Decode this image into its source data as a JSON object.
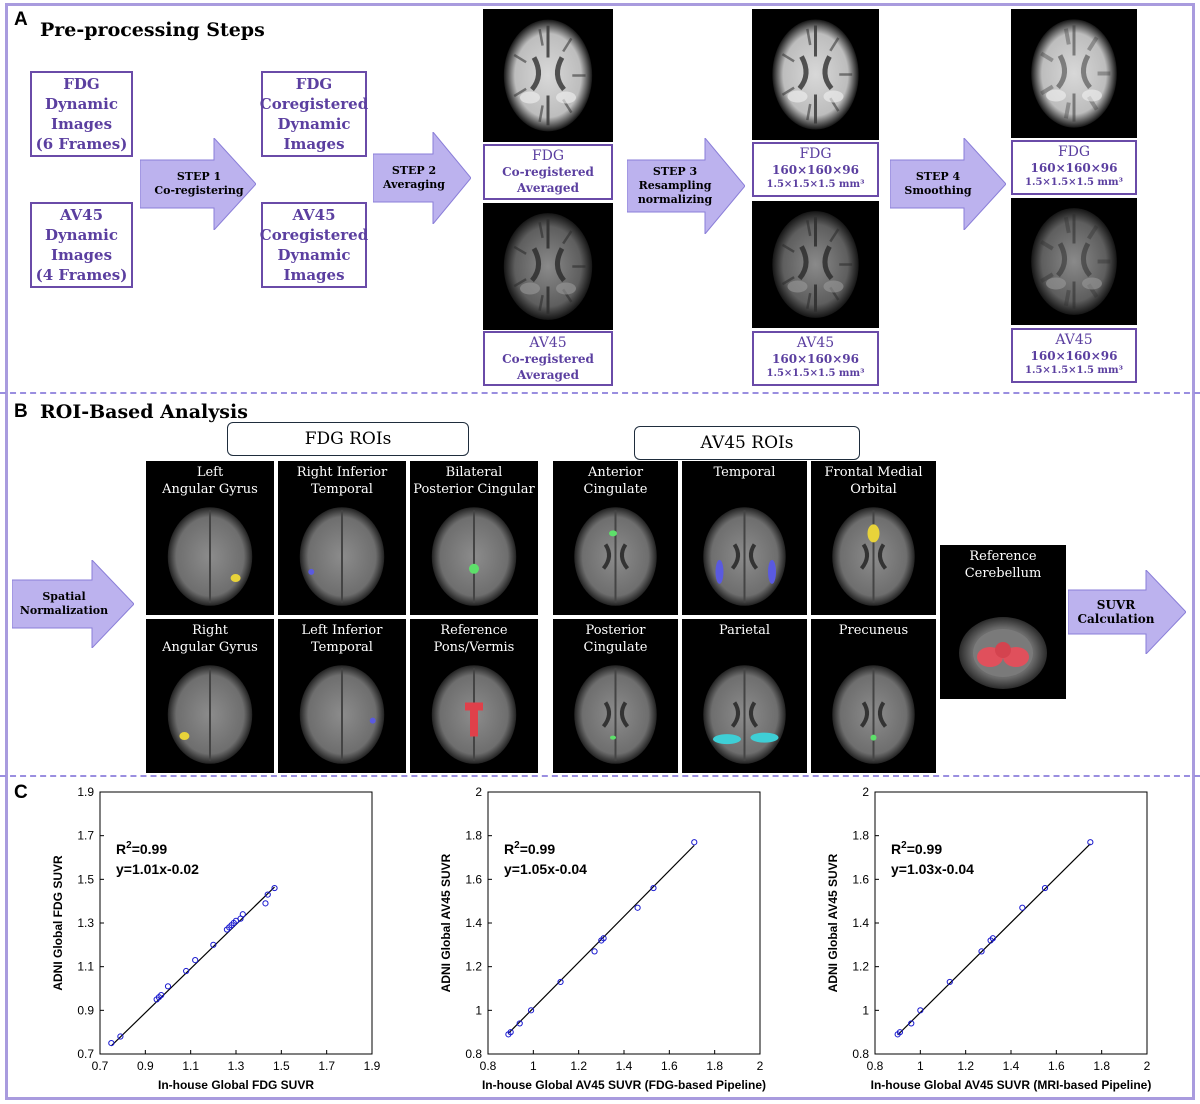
{
  "sectionA": {
    "letter": "A",
    "title": "Pre-processing Steps",
    "fdg_dynamic": "FDG\nDynamic\nImages\n(6 Frames)",
    "av45_dynamic": "AV45\nDynamic\nImages\n(4 Frames)",
    "fdg_coreg": "FDG\nCoregistered\nDynamic\nImages",
    "av45_coreg": "AV45\nCoregistered\nDynamic\nImages",
    "step1": "STEP 1\nCo-registering",
    "step2": "STEP 2\nAveraging",
    "step3": "STEP 3\nResampling\nnormalizing",
    "step4": "STEP 4\nSmoothing",
    "cap_fdg_avg": {
      "t1": "FDG",
      "t2": "Co-registered",
      "t3": "Averaged"
    },
    "cap_av45_avg": {
      "t1": "AV45",
      "t2": "Co-registered",
      "t3": "Averaged"
    },
    "cap_fdg_res": {
      "t1": "FDG",
      "t2": "160×160×96",
      "t3": "1.5×1.5×1.5 mm³"
    },
    "cap_av45_res": {
      "t1": "AV45",
      "t2": "160×160×96",
      "t3": "1.5×1.5×1.5 mm³"
    },
    "cap_fdg_smooth": {
      "t1": "FDG",
      "t2": "160×160×96",
      "t3": "1.5×1.5×1.5 mm³"
    },
    "cap_av45_smooth": {
      "t1": "AV45",
      "t2": "160×160×96",
      "t3": "1.5×1.5×1.5 mm³"
    }
  },
  "sectionB": {
    "letter": "B",
    "title": "ROI-Based Analysis",
    "fdg_header": "FDG ROIs",
    "av45_header": "AV45 ROIs",
    "spatial_norm": "Spatial\nNormalization",
    "suvr_calc": "SUVR\nCalculation",
    "reference_cerebellum": "Reference\nCerebellum",
    "fdg_rois": [
      "Left\nAngular Gyrus",
      "Right Inferior\nTemporal",
      "Bilateral\nPosterior Cingular",
      "Right\nAngular Gyrus",
      "Left Inferior\nTemporal",
      "Reference\nPons/Vermis"
    ],
    "av45_rois": [
      "Anterior\nCingulate",
      "Temporal",
      "Frontal Medial\nOrbital",
      "Posterior\nCingulate",
      "Parietal",
      "Precuneus"
    ],
    "roi_colors": {
      "yellow": "#e8d33a",
      "blue": "#5a5ae0",
      "green": "#5de06a",
      "red": "#e0404a",
      "cyan": "#3ecfd6",
      "pink": "#e0505c"
    }
  },
  "sectionC": {
    "letter": "C",
    "plots": [
      {
        "r2": "0.99",
        "eq": "y=1.01x-0.02",
        "r2_prefix": "R",
        "r2_sup": "2",
        "r2_suffix": "=0.99"
      },
      {
        "r2": "0.99",
        "eq": "y=1.05x-0.04",
        "r2_prefix": "R",
        "r2_sup": "2",
        "r2_suffix": "=0.99"
      },
      {
        "r2": "0.99",
        "eq": "y=1.03x-0.04",
        "r2_prefix": "R",
        "r2_sup": "2",
        "r2_suffix": "=0.99"
      }
    ]
  },
  "chart_data": [
    {
      "type": "scatter",
      "xlabel": "In-house Global FDG SUVR",
      "ylabel": "ADNI Global FDG SUVR",
      "xlim": [
        0.7,
        1.9
      ],
      "ylim": [
        0.7,
        1.9
      ],
      "xticks": [
        "0.7",
        "0.9",
        "1.1",
        "1.3",
        "1.5",
        "1.7",
        "1.9"
      ],
      "yticks": [
        "0.7",
        "0.9",
        "1.1",
        "1.3",
        "1.5",
        "1.7",
        "1.9"
      ],
      "annotation_r2": "R²=0.99",
      "annotation_eq": "y=1.01x-0.02",
      "x": [
        0.75,
        0.79,
        0.95,
        0.96,
        0.97,
        1.0,
        1.08,
        1.12,
        1.2,
        1.26,
        1.27,
        1.28,
        1.29,
        1.3,
        1.32,
        1.33,
        1.43,
        1.44,
        1.47
      ],
      "y": [
        0.75,
        0.78,
        0.95,
        0.96,
        0.97,
        1.01,
        1.08,
        1.13,
        1.2,
        1.27,
        1.28,
        1.29,
        1.3,
        1.31,
        1.32,
        1.34,
        1.39,
        1.43,
        1.46
      ],
      "fit": {
        "slope": 1.01,
        "intercept": -0.02,
        "x_range": [
          0.75,
          1.47
        ]
      }
    },
    {
      "type": "scatter",
      "xlabel": "In-house Global AV45 SUVR (FDG-based Pipeline)",
      "ylabel": "ADNI Global AV45 SUVR",
      "xlim": [
        0.8,
        2
      ],
      "ylim": [
        0.8,
        2
      ],
      "xticks": [
        "0.8",
        "1",
        "1.2",
        "1.4",
        "1.6",
        "1.8",
        "2"
      ],
      "yticks": [
        "0.8",
        "1",
        "1.2",
        "1.4",
        "1.6",
        "1.8",
        "2"
      ],
      "annotation_r2": "R²=0.99",
      "annotation_eq": "y=1.05x-0.04",
      "x": [
        0.89,
        0.9,
        0.94,
        0.99,
        1.12,
        1.27,
        1.3,
        1.31,
        1.46,
        1.53,
        1.71
      ],
      "y": [
        0.89,
        0.9,
        0.94,
        1.0,
        1.13,
        1.27,
        1.32,
        1.33,
        1.47,
        1.56,
        1.77
      ],
      "fit": {
        "slope": 1.05,
        "intercept": -0.04,
        "x_range": [
          0.89,
          1.71
        ]
      }
    },
    {
      "type": "scatter",
      "xlabel": "In-house Global AV45 SUVR (MRI-based Pipeline)",
      "ylabel": "ADNI Global AV45 SUVR",
      "xlim": [
        0.8,
        2
      ],
      "ylim": [
        0.8,
        2
      ],
      "xticks": [
        "0.8",
        "1",
        "1.2",
        "1.4",
        "1.6",
        "1.8",
        "2"
      ],
      "yticks": [
        "0.8",
        "1",
        "1.2",
        "1.4",
        "1.6",
        "1.8",
        "2"
      ],
      "annotation_r2": "R²=0.99",
      "annotation_eq": "y=1.03x-0.04",
      "x": [
        0.9,
        0.91,
        0.96,
        1.0,
        1.13,
        1.27,
        1.31,
        1.32,
        1.45,
        1.55,
        1.75
      ],
      "y": [
        0.89,
        0.9,
        0.94,
        1.0,
        1.13,
        1.27,
        1.32,
        1.33,
        1.47,
        1.56,
        1.77
      ],
      "fit": {
        "slope": 1.03,
        "intercept": -0.04,
        "x_range": [
          0.9,
          1.75
        ]
      }
    }
  ]
}
